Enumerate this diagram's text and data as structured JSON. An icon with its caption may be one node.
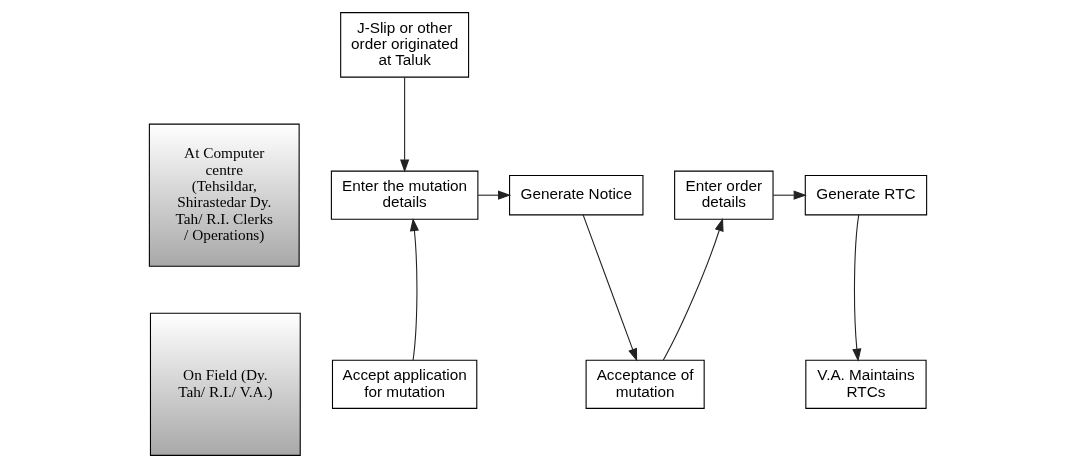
{
  "diagram": {
    "nodes": [
      {
        "text": [
          "At Computer centre (Tehsildar, Shirastedar Dy. Tah/ R.I. Clerks / Operations)"
        ]
      },
      {
        "text": [
          "On Field (Dy. Tah/ R.I./ V.A.)"
        ]
      },
      {
        "text": [
          "J-Slip or other order originated at Taluk"
        ]
      },
      {
        "text": [
          "Enter the mutation details"
        ]
      },
      {
        "text": [
          "Generate Notice"
        ]
      },
      {
        "text": [
          "Enter order details"
        ]
      },
      {
        "text": [
          "Generate RTC"
        ]
      },
      {
        "text": [
          "Accept application for mutation"
        ]
      },
      {
        "text": [
          "Acceptance of mutation"
        ]
      },
      {
        "text": [
          "V.A. Maintains RTCs"
        ]
      }
    ],
    "edges": [
      {
        "from": 2,
        "to": 3,
        "arrow": "to"
      },
      {
        "from": 7,
        "to": 3,
        "arrow": "to"
      },
      {
        "from": 3,
        "to": 4,
        "arrow": "to"
      },
      {
        "from": 4,
        "to": 8,
        "arrow": "to"
      },
      {
        "from": 8,
        "to": 5,
        "arrow": "to"
      },
      {
        "from": 5,
        "to": 6,
        "arrow": "to"
      },
      {
        "from": 6,
        "to": 9,
        "arrow": "to"
      }
    ]
  }
}
